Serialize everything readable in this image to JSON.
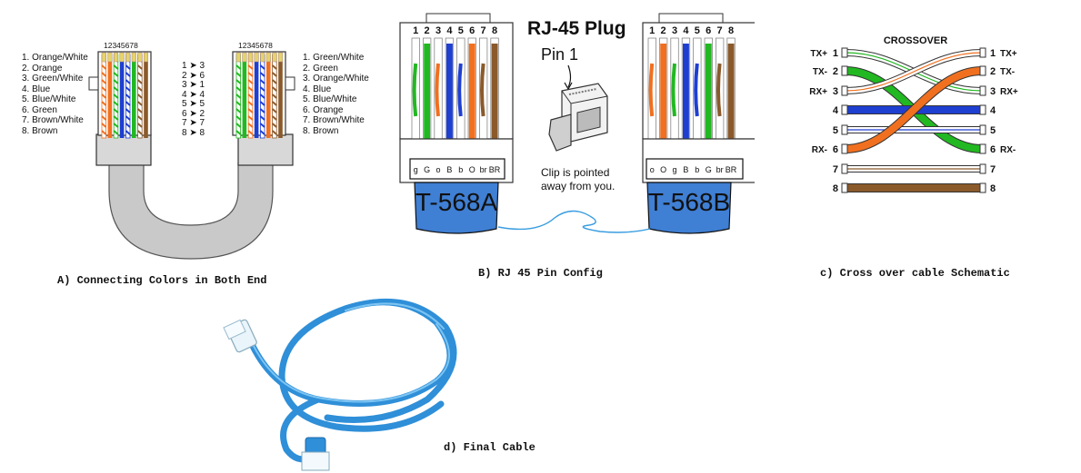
{
  "panel_a": {
    "caption": "A) Connecting Colors in Both End",
    "pin_header": "12345678",
    "left_colors": [
      "1. Orange/White",
      "2. Orange",
      "3. Green/White",
      "4. Blue",
      "5. Blue/White",
      "6. Green",
      "7. Brown/White",
      "8. Brown"
    ],
    "right_colors": [
      "1. Green/White",
      "2. Green",
      "3. Orange/White",
      "4. Blue",
      "5. Blue/White",
      "6. Orange",
      "7. Brown/White",
      "8. Brown"
    ],
    "pin_map": [
      "1 ➤ 3",
      "2 ➤ 6",
      "3 ➤ 1",
      "4 ➤ 4",
      "5 ➤ 5",
      "6 ➤ 2",
      "7 ➤ 7",
      "8 ➤ 8"
    ]
  },
  "panel_b": {
    "caption": "B) RJ 45 Pin Config",
    "title": "RJ-45 Plug",
    "pin1_label": "Pin 1",
    "clip_note_line1": "Clip is pointed",
    "clip_note_line2": "away from you.",
    "pin_numbers": [
      "1",
      "2",
      "3",
      "4",
      "5",
      "6",
      "7",
      "8"
    ],
    "left_standard": "T-568A",
    "right_standard": "T-568B",
    "left_codes": [
      "g",
      "G",
      "o",
      "B",
      "b",
      "O",
      "br",
      "BR"
    ],
    "right_codes": [
      "o",
      "O",
      "g",
      "B",
      "b",
      "G",
      "br",
      "BR"
    ]
  },
  "panel_c": {
    "caption": "c) Cross over cable Schematic",
    "title": "CROSSOVER",
    "left_labels": [
      {
        "tag": "TX+",
        "pin": "1"
      },
      {
        "tag": "TX-",
        "pin": "2"
      },
      {
        "tag": "RX+",
        "pin": "3"
      },
      {
        "tag": "",
        "pin": "4"
      },
      {
        "tag": "",
        "pin": "5"
      },
      {
        "tag": "RX-",
        "pin": "6"
      },
      {
        "tag": "",
        "pin": "7"
      },
      {
        "tag": "",
        "pin": "8"
      }
    ],
    "right_labels": [
      {
        "tag": "TX+",
        "pin": "1"
      },
      {
        "tag": "TX-",
        "pin": "2"
      },
      {
        "tag": "RX+",
        "pin": "3"
      },
      {
        "tag": "",
        "pin": "4"
      },
      {
        "tag": "",
        "pin": "5"
      },
      {
        "tag": "RX-",
        "pin": "6"
      },
      {
        "tag": "",
        "pin": "7"
      },
      {
        "tag": "",
        "pin": "8"
      }
    ]
  },
  "panel_d": {
    "caption": "d) Final Cable"
  },
  "colors": {
    "orange": "#f07020",
    "green": "#22b822",
    "blue": "#1f3fd0",
    "brown": "#8b5a2b",
    "cable_blue": "#3a9de0",
    "plug_blue": "#3f7fd4",
    "jacket_gray": "#c9c9c9"
  }
}
